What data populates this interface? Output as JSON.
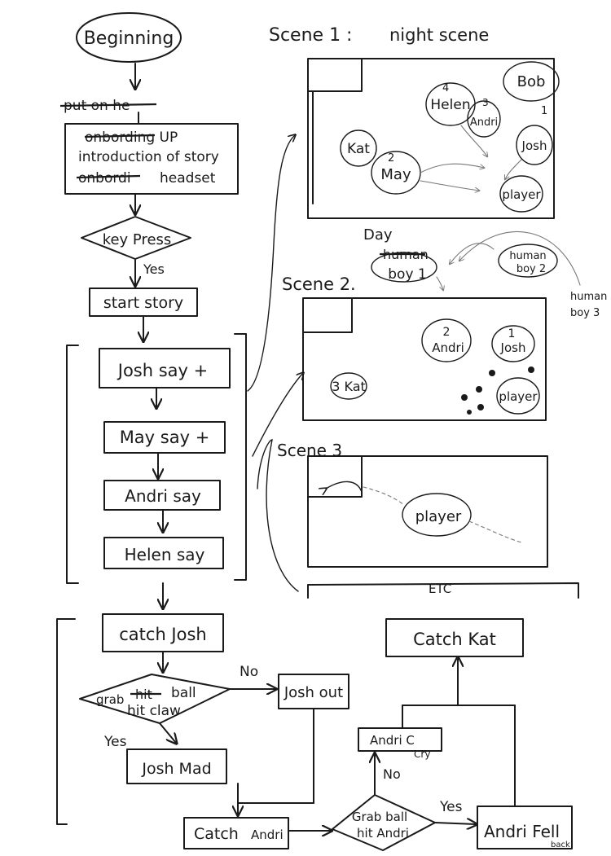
{
  "flowchart": {
    "beginning": "Beginning",
    "put_on_headset": "put on he",
    "onboarding_1": "onbording UP",
    "onboarding_2": "introduction of story",
    "onboarding_3_struck": "onbordi",
    "onboarding_3": "headset",
    "key_press": "key Press",
    "yes_1": "Yes",
    "start_story": "start story",
    "josh_say": "Josh say +",
    "may_say": "May say +",
    "andri_say": "Andri say",
    "helen_say": "Helen say",
    "catch_josh": "catch Josh",
    "grab_ball_1": "grab",
    "grab_ball_struck": "hit",
    "grab_ball_2": "ball",
    "grab_ball_3": "hit claw",
    "no_1": "No",
    "josh_out": "Josh out",
    "yes_2": "Yes",
    "josh_mad": "Josh Mad",
    "catch_andri": "Catch",
    "catch_andri_name": "Andri",
    "grab_ball_hit_andri_1": "Grab ball",
    "grab_ball_hit_andri_2": "hit Andri",
    "yes_3": "Yes",
    "andri_fell_1": "Andri Fell",
    "andri_fell_2": "back",
    "andri_cry_1": "Andri C",
    "andri_cry_2": "Cry",
    "no_2": "No",
    "catch_kat": "Catch Kat"
  },
  "scenes": {
    "scene1_title": "Scene 1 :",
    "scene1_subtitle": "night scene",
    "scene1_characters": {
      "bob": "Bob",
      "helen_num": "4",
      "helen": "Helen",
      "andri_num": "3",
      "andri": "Andri",
      "josh_num": "1",
      "josh": "Josh",
      "kat": "Kat",
      "may_num": "2",
      "may": "May",
      "player": "player"
    },
    "day_label": "Day",
    "human_boy1_struck": "human",
    "human_boy1": "boy 1",
    "human_boy2_1": "human",
    "human_boy2_2": "boy 2",
    "human_boy3_1": "human",
    "human_boy3_2": "boy 3",
    "scene2_title": "Scene 2.",
    "scene2_characters": {
      "andri_num": "2",
      "andri": "Andri",
      "josh_num": "1",
      "josh": "Josh",
      "kat": "3 Kat",
      "player": "player"
    },
    "scene3_title": "Scene 3",
    "scene3_player": "player",
    "etc": "ETC"
  }
}
